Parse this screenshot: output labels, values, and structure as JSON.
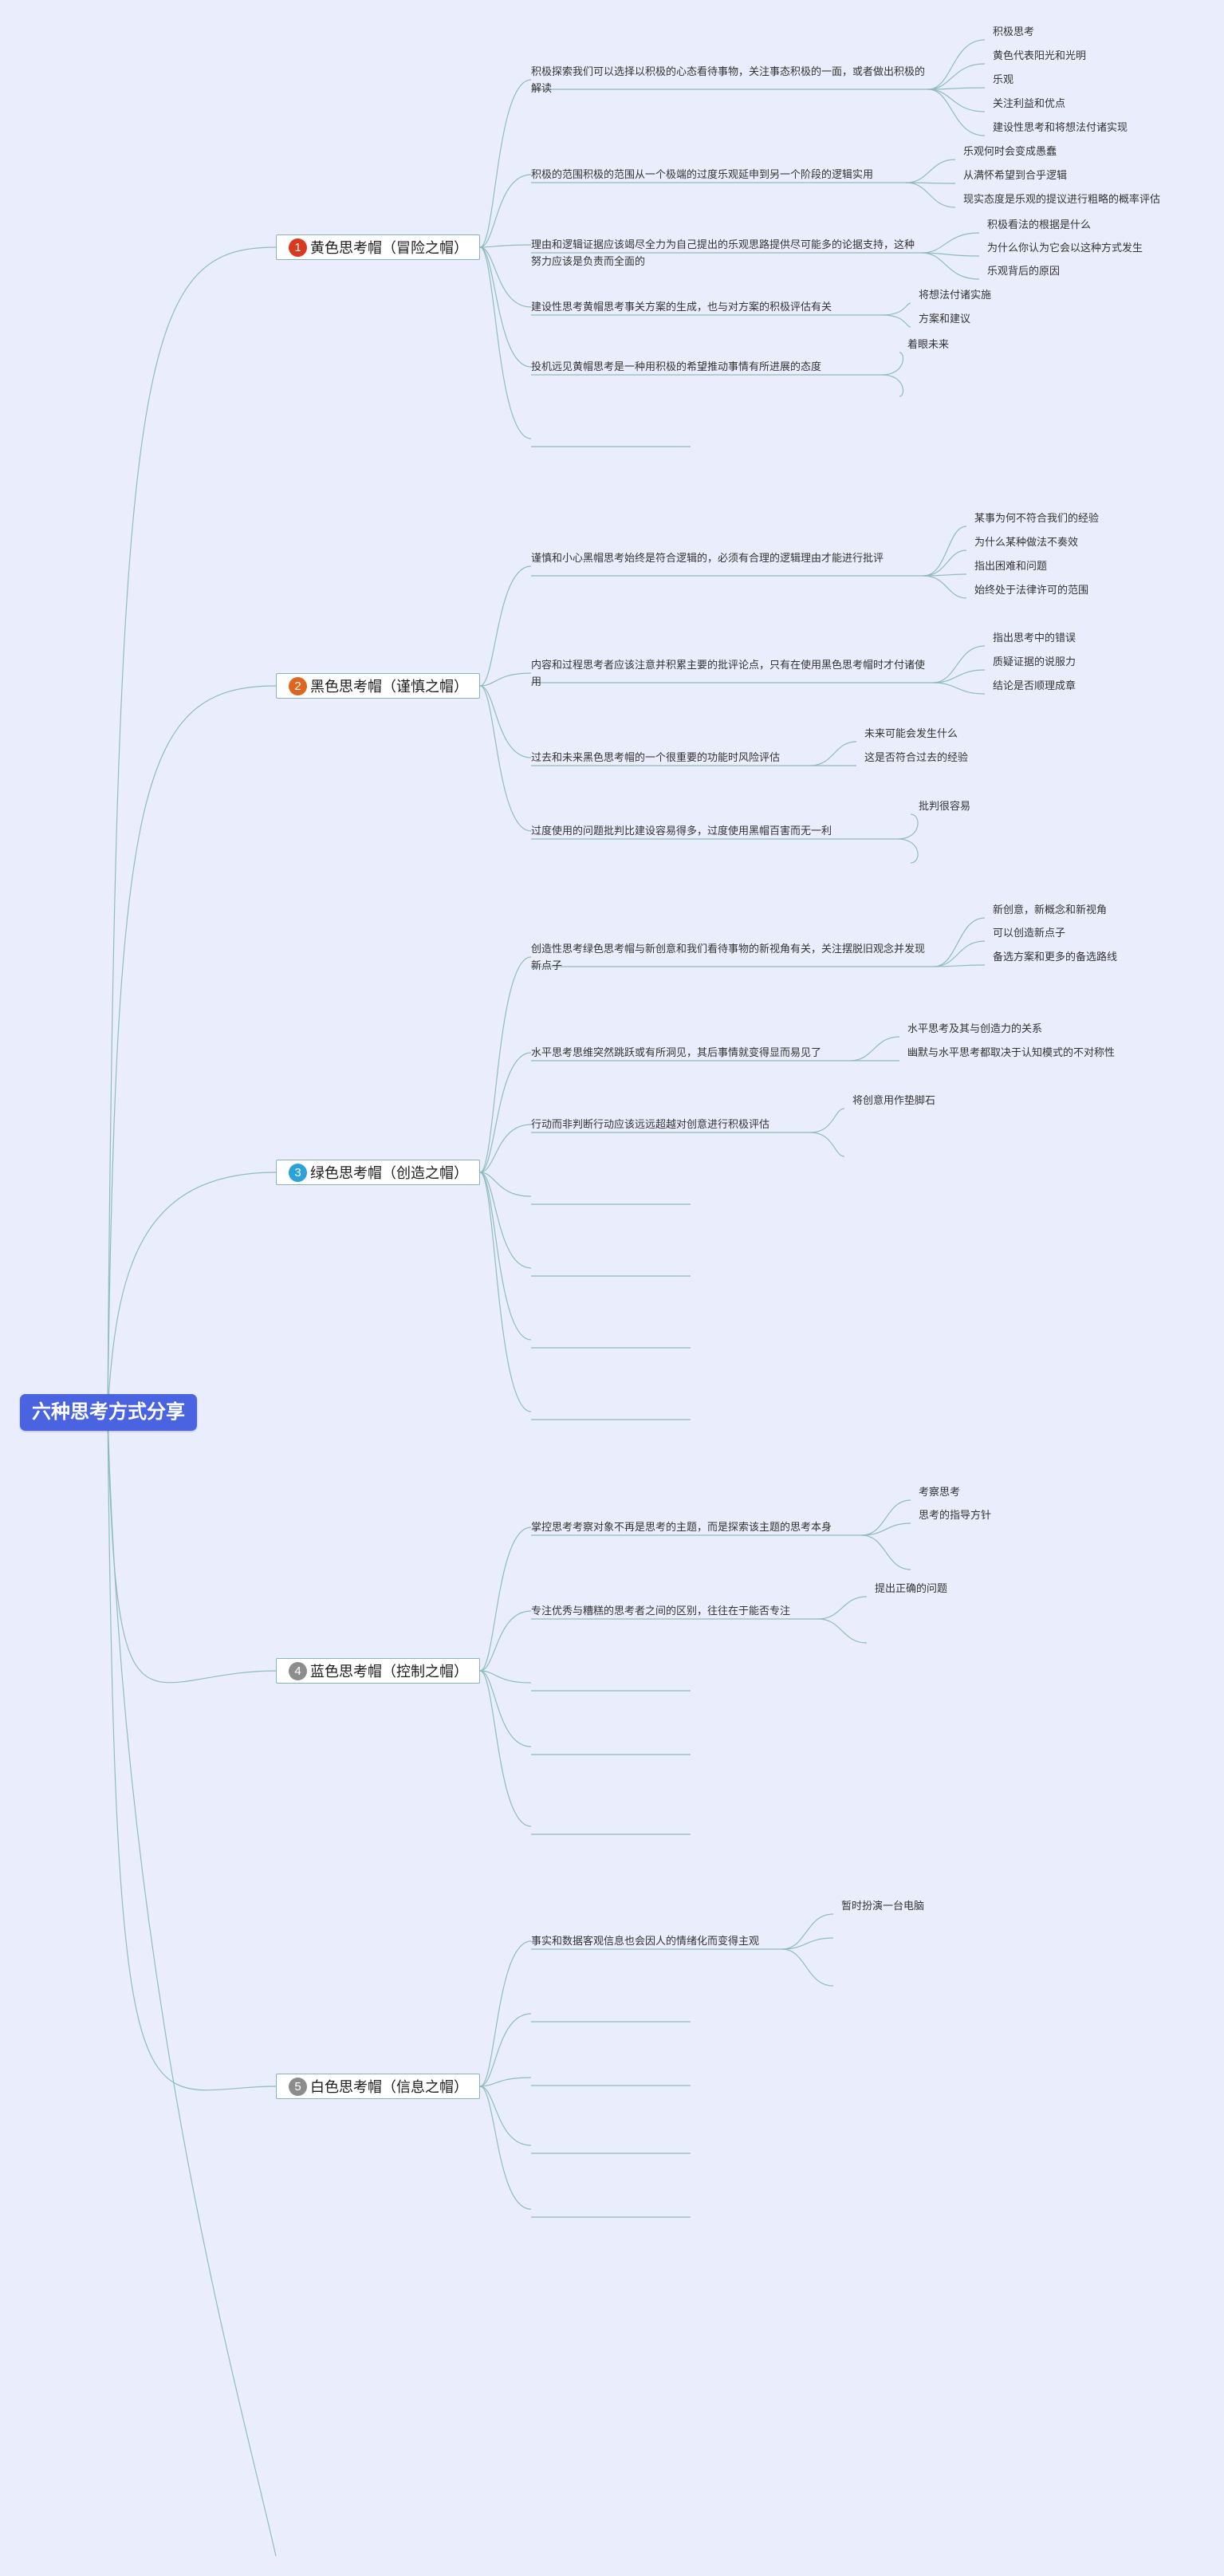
{
  "colors": {
    "background": "#eaeefc",
    "root": "#4a63e0",
    "connector": "#8fbcb9"
  },
  "root": {
    "label": "六种思考方式分享"
  },
  "hats": [
    {
      "number": "1",
      "label": "黄色思考帽（冒险之帽）",
      "badge_color": "#d93a1f",
      "subtopics": [
        {
          "text": "积极探索我们可以选择以积极的心态看待事物，关注事态积极的一面，或者做出积极的解读",
          "items": [
            "积极思考",
            "黄色代表阳光和光明",
            "乐观",
            "关注利益和优点",
            "建设性思考和将想法付诸实现"
          ]
        },
        {
          "text": "积极的范围积极的范围从一个极端的过度乐观延申到另一个阶段的逻辑实用",
          "items": [
            "乐观何时会变成愚蠢",
            "从满怀希望到合乎逻辑",
            "现实态度是乐观的提议进行粗略的概率评估"
          ]
        },
        {
          "text": "理由和逻辑证据应该竭尽全力为自己提出的乐观思路提供尽可能多的论据支持，这种努力应该是负责而全面的",
          "items": [
            "积极看法的根据是什么",
            "为什么你认为它会以这种方式发生",
            "乐观背后的原因"
          ]
        },
        {
          "text": "建设性思考黄帽思考事关方案的生成，也与对方案的积极评估有关",
          "items": [
            "将想法付诸实施",
            "方案和建议"
          ]
        },
        {
          "text": "投机远见黄帽思考是一种用积极的希望推动事情有所进展的态度",
          "items": [
            "着眼未来",
            ""
          ]
        },
        {
          "text": "",
          "items": []
        }
      ]
    },
    {
      "number": "2",
      "label": "黑色思考帽（谨慎之帽）",
      "badge_color": "#e0651e",
      "subtopics": [
        {
          "text": "谨慎和小心黑帽思考始终是符合逻辑的，必须有合理的逻辑理由才能进行批评",
          "items": [
            "某事为何不符合我们的经验",
            "为什么某种做法不奏效",
            "指出困难和问题",
            "始终处于法律许可的范围"
          ]
        },
        {
          "text": "内容和过程思考者应该注意并积累主要的批评论点，只有在使用黑色思考帽时才付诸使用",
          "items": [
            "指出思考中的错误",
            "质疑证据的说服力",
            "结论是否顺理成章"
          ]
        },
        {
          "text": "过去和未来黑色思考帽的一个很重要的功能时风险评估",
          "items": [
            "未来可能会发生什么",
            "这是否符合过去的经验"
          ]
        },
        {
          "text": "过度使用的问题批判比建设容易得多，过度使用黑帽百害而无一利",
          "items": [
            "批判很容易",
            ""
          ]
        }
      ]
    },
    {
      "number": "3",
      "label": "绿色思考帽（创造之帽）",
      "badge_color": "#2aa1d8",
      "subtopics": [
        {
          "text": "创造性思考绿色思考帽与新创意和我们看待事物的新视角有关，关注摆脱旧观念并发现新点子",
          "items": [
            "新创意，新概念和新视角",
            "可以创造新点子",
            "备选方案和更多的备选路线"
          ]
        },
        {
          "text": "水平思考思维突然跳跃或有所洞见，其后事情就变得显而易见了",
          "items": [
            "水平思考及其与创造力的关系",
            "幽默与水平思考都取决于认知模式的不对称性"
          ]
        },
        {
          "text": "行动而非判断行动应该远远超越对创意进行积极评估",
          "items": [
            "将创意用作垫脚石",
            ""
          ]
        },
        {
          "text": "",
          "items": []
        },
        {
          "text": "",
          "items": []
        },
        {
          "text": "",
          "items": []
        },
        {
          "text": "",
          "items": []
        }
      ]
    },
    {
      "number": "4",
      "label": "蓝色思考帽（控制之帽）",
      "badge_color": "#8c8c8c",
      "subtopics": [
        {
          "text": "掌控思考考察对象不再是思考的主题，而是探索该主题的思考本身",
          "items": [
            "考察思考",
            "思考的指导方针",
            ""
          ]
        },
        {
          "text": "专注优秀与糟糕的思考者之间的区别，往往在于能否专注",
          "items": [
            "提出正确的问题",
            ""
          ]
        },
        {
          "text": "",
          "items": []
        },
        {
          "text": "",
          "items": []
        },
        {
          "text": "",
          "items": []
        }
      ]
    },
    {
      "number": "5",
      "label": "白色思考帽（信息之帽）",
      "badge_color": "#8c8c8c",
      "subtopics": [
        {
          "text": "事实和数据客观信息也会因人的情绪化而变得主观",
          "items": [
            "暂时扮演一台电脑",
            "",
            ""
          ]
        },
        {
          "text": "",
          "items": []
        },
        {
          "text": "",
          "items": []
        },
        {
          "text": "",
          "items": []
        },
        {
          "text": "",
          "items": []
        }
      ]
    }
  ],
  "extra_branch": {
    "label": ""
  }
}
